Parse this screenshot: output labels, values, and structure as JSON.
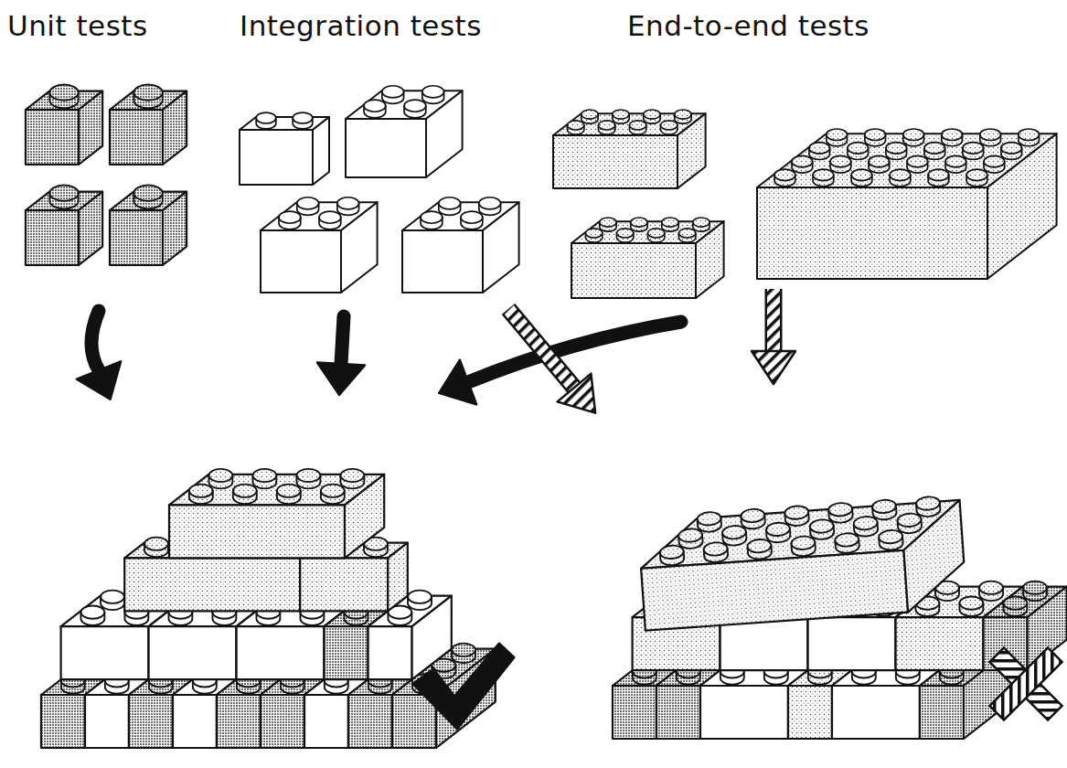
{
  "diagram": {
    "labels": [
      "Unit tests",
      "Integration tests",
      "End-to-end tests"
    ]
  }
}
